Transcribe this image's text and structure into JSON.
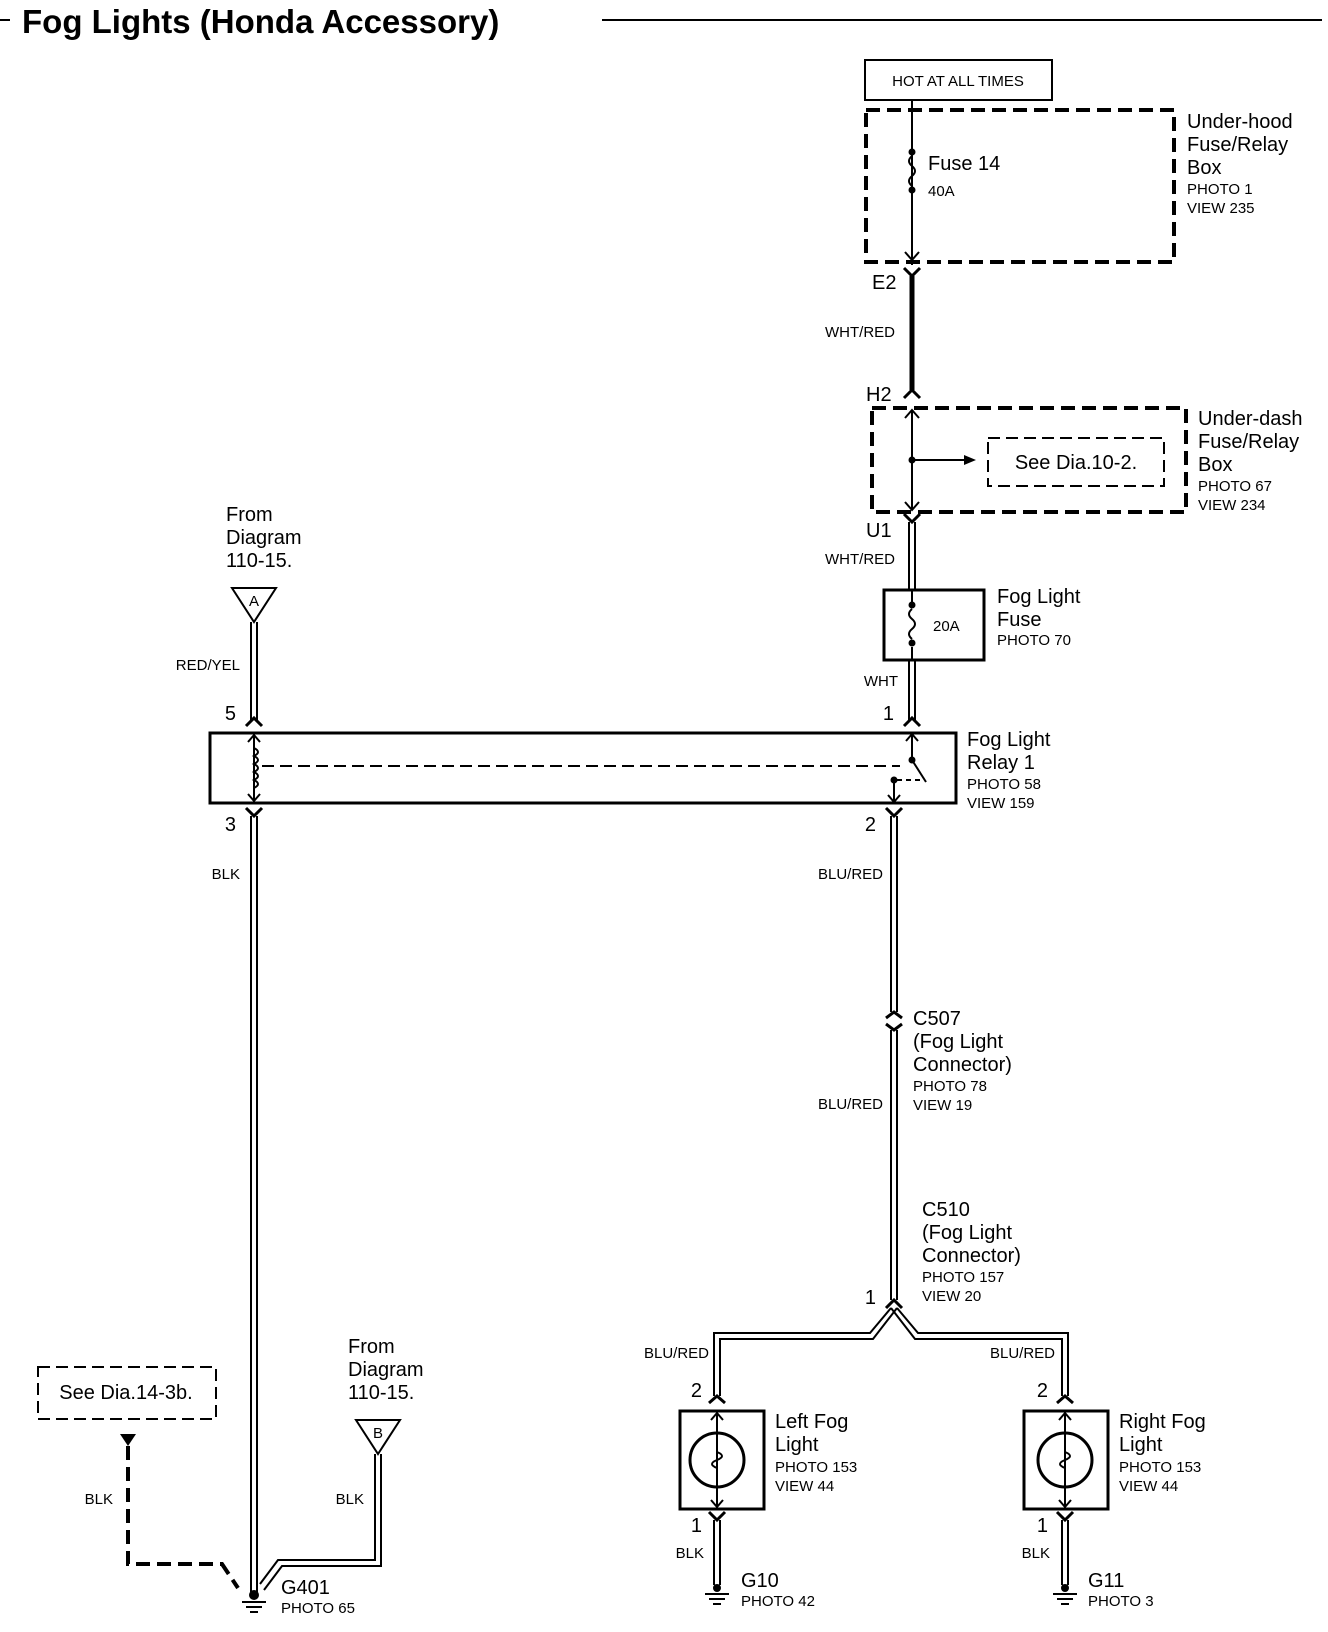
{
  "title": "Fog Lights (Honda Accessory)",
  "hot_label": "HOT AT ALL TIMES",
  "underhood": {
    "fuse_name": "Fuse 14",
    "fuse_rating": "40A",
    "box_line1": "Under-hood",
    "box_line2": "Fuse/Relay",
    "box_line3": "Box",
    "photo": "PHOTO 1",
    "view": "VIEW 235",
    "pin_out": "E2"
  },
  "wires": {
    "wht_red_1": "WHT/RED",
    "wht_red_2": "WHT/RED",
    "wht": "WHT",
    "red_yel": "RED/YEL",
    "blk_relay": "BLK",
    "blu_red_1": "BLU/RED",
    "blu_red_2": "BLU/RED",
    "blu_red_left": "BLU/RED",
    "blu_red_right": "BLU/RED",
    "blk_left_lamp": "BLK",
    "blk_right_lamp": "BLK",
    "blk_dash": "BLK",
    "blk_b": "BLK"
  },
  "underdash": {
    "pin_in": "H2",
    "pin_out": "U1",
    "see_ref": "See Dia.10-2.",
    "box_line1": "Under-dash",
    "box_line2": "Fuse/Relay",
    "box_line3": "Box",
    "photo": "PHOTO 67",
    "view": "VIEW 234"
  },
  "fog_fuse": {
    "rating": "20A",
    "line1": "Fog Light",
    "line2": "Fuse",
    "photo": "PHOTO 70"
  },
  "relay": {
    "line1": "Fog Light",
    "line2": "Relay 1",
    "photo": "PHOTO 58",
    "view": "VIEW 159",
    "pin5": "5",
    "pin3": "3",
    "pin1": "1",
    "pin2": "2"
  },
  "from_a": {
    "line1": "From",
    "line2": "Diagram",
    "line3": "110-15.",
    "letter": "A"
  },
  "from_b": {
    "line1": "From",
    "line2": "Diagram",
    "line3": "110-15.",
    "letter": "B"
  },
  "c507": {
    "name": "C507",
    "line2": "(Fog Light",
    "line3": "Connector)",
    "photo": "PHOTO 78",
    "view": "VIEW 19"
  },
  "c510": {
    "name": "C510",
    "line2": "(Fog Light",
    "line3": "Connector)",
    "photo": "PHOTO 157",
    "view": "VIEW 20",
    "pin": "1"
  },
  "left_lamp": {
    "line1": "Left Fog",
    "line2": "Light",
    "photo": "PHOTO 153",
    "view": "VIEW 44",
    "pin_top": "2",
    "pin_bottom": "1"
  },
  "right_lamp": {
    "line1": "Right Fog",
    "line2": "Light",
    "photo": "PHOTO 153",
    "view": "VIEW 44",
    "pin_top": "2",
    "pin_bottom": "1"
  },
  "see_14": "See Dia.14-3b.",
  "g401": {
    "name": "G401",
    "photo": "PHOTO 65"
  },
  "g10": {
    "name": "G10",
    "photo": "PHOTO 42"
  },
  "g11": {
    "name": "G11",
    "photo": "PHOTO 3"
  }
}
